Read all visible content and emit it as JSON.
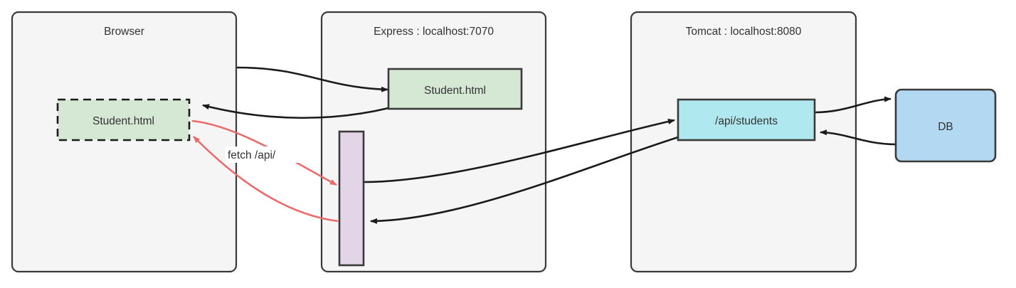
{
  "diagram": {
    "title": "Browser / Express / Tomcat / DB request flow",
    "background": "#ffffff",
    "stroke_color": "#3a3a3a",
    "containers": [
      {
        "id": "browser",
        "label": "Browser",
        "fill": "#f5f5f5",
        "stroke": "#3a3a3a"
      },
      {
        "id": "express",
        "label": "Express : localhost:7070",
        "fill": "#f5f5f5",
        "stroke": "#3a3a3a"
      },
      {
        "id": "tomcat",
        "label": "Tomcat : localhost:8080",
        "fill": "#f5f5f5",
        "stroke": "#3a3a3a"
      }
    ],
    "nodes": [
      {
        "id": "browser-student-html",
        "label": "Student.html",
        "fill": "#d5e8d4",
        "stroke": "#3a3a3a",
        "border_style": "dashed"
      },
      {
        "id": "express-student-html",
        "label": "Student.html",
        "fill": "#d5e8d4",
        "stroke": "#3a3a3a",
        "border_style": "solid"
      },
      {
        "id": "express-proxy-bar",
        "label": "",
        "fill": "#e1d5e7",
        "stroke": "#3a3a3a",
        "border_style": "solid"
      },
      {
        "id": "api-students",
        "label": "/api/students",
        "fill": "#b0e8f0",
        "stroke": "#3a3a3a",
        "border_style": "solid"
      },
      {
        "id": "db",
        "label": "DB",
        "fill": "#b3d9f2",
        "stroke": "#3a3a3a",
        "border_style": "solid"
      }
    ],
    "edges": [
      {
        "id": "browser-to-express-html",
        "from": "browser",
        "to": "express-student-html",
        "color": "#1a1a1a",
        "label": ""
      },
      {
        "id": "express-html-to-browser",
        "from": "express-student-html",
        "to": "browser-student-html",
        "color": "#1a1a1a",
        "label": ""
      },
      {
        "id": "fetch-api",
        "from": "browser-student-html",
        "to": "express-proxy-bar",
        "color": "#ea6b6b",
        "label": "fetch /api/"
      },
      {
        "id": "proxy-response-to-browser",
        "from": "express-proxy-bar",
        "to": "browser-student-html",
        "color": "#ea6b6b",
        "label": ""
      },
      {
        "id": "proxy-to-api",
        "from": "express-proxy-bar",
        "to": "api-students",
        "color": "#1a1a1a",
        "label": ""
      },
      {
        "id": "api-to-proxy",
        "from": "api-students",
        "to": "express-proxy-bar",
        "color": "#1a1a1a",
        "label": ""
      },
      {
        "id": "api-to-db",
        "from": "api-students",
        "to": "db",
        "color": "#1a1a1a",
        "label": ""
      },
      {
        "id": "db-to-api",
        "from": "db",
        "to": "api-students",
        "color": "#1a1a1a",
        "label": ""
      }
    ]
  }
}
